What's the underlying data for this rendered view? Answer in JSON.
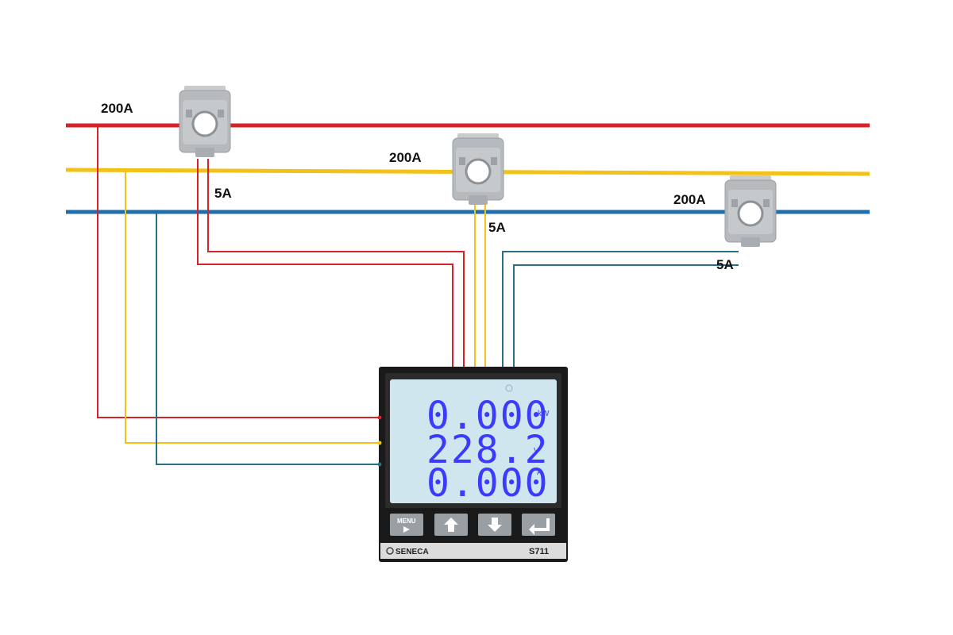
{
  "diagram": {
    "colors": {
      "phase_l1": "#d4242a",
      "phase_l2": "#f2c11a",
      "phase_l3": "#1f6fae",
      "signal_l3": "#2a6f86",
      "meter_bezel": "#1a1a1a",
      "lcd_background": "#cfe6ef",
      "lcd_digits": "#3b3bff",
      "button": "#9a9fa4"
    },
    "transformers": [
      {
        "primary": "200A",
        "secondary": "5A"
      },
      {
        "primary": "200A",
        "secondary": "5A"
      },
      {
        "primary": "200A",
        "secondary": "5A"
      }
    ],
    "meter": {
      "display": {
        "power": "0.000",
        "power_unit": "kW",
        "voltage": "228.2",
        "voltage_unit": "V",
        "current": "0.000",
        "current_unit": "A"
      },
      "buttons": {
        "menu": "MENU",
        "menu_icon": "play-icon",
        "up_icon": "arrow-up-icon",
        "down_icon": "arrow-down-icon",
        "enter_icon": "enter-icon"
      },
      "brand": "SENECA",
      "model": "S711"
    }
  }
}
